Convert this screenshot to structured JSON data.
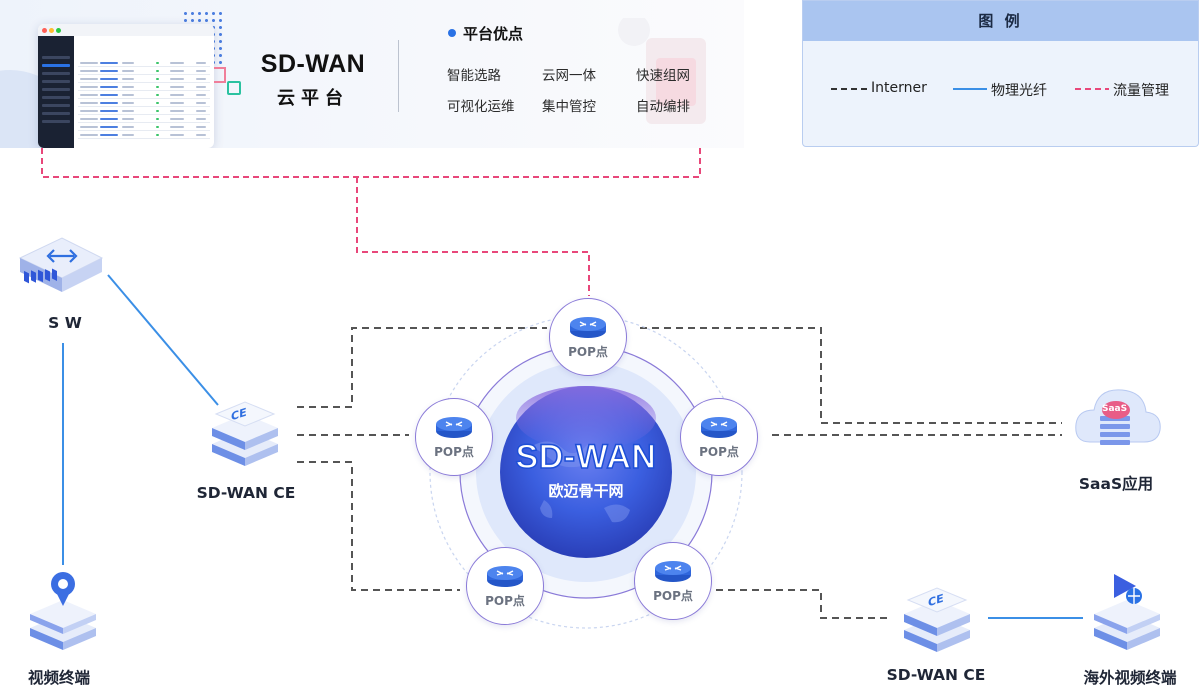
{
  "platform": {
    "title": "SD-WAN",
    "subtitle": "云平台",
    "advantages_title": "平台优点",
    "advantages": [
      "智能选路",
      "云网一体",
      "快速组网",
      "可视化运维",
      "集中管控",
      "自动编排"
    ]
  },
  "legend": {
    "title": "图 例",
    "items": [
      {
        "label": "Interner",
        "style": "dashed",
        "color": "#333333"
      },
      {
        "label": "物理光纤",
        "style": "solid",
        "color": "#3b8fe6"
      },
      {
        "label": "流量管理",
        "style": "dashed",
        "color": "#e8477a"
      }
    ]
  },
  "center": {
    "title": "SD-WAN",
    "subtitle": "欧迈骨干网"
  },
  "pop_label": "POP点",
  "nodes": {
    "sw": "S W",
    "ce_left": "SD-WAN CE",
    "video_terminal": "视频终端",
    "saas": "SaaS应用",
    "ce_right": "SD-WAN CE",
    "overseas_video": "海外视频终端"
  },
  "icon_text": {
    "ce": "CE",
    "saas": "SaaS"
  },
  "colors": {
    "accent": "#2a72e5",
    "fiber": "#3b8fe6",
    "traffic": "#e8477a",
    "internet": "#555555"
  }
}
